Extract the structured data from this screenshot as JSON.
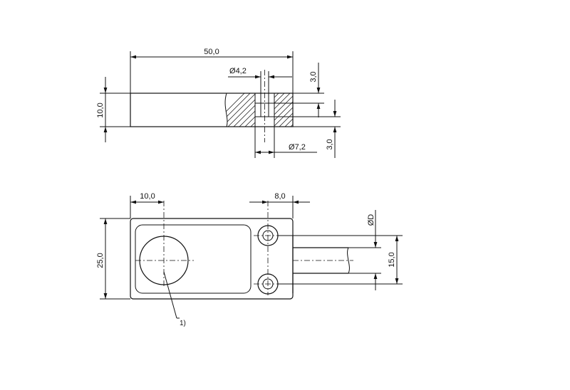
{
  "dimensions": {
    "top_length": "50,0",
    "hole_small": "4,2",
    "hole_large": "7,2",
    "height": "10,0",
    "depth_top": "3,0",
    "depth_bottom": "3,0",
    "front_offset": "10,0",
    "hole_spacing_x": "8,0",
    "width": "25,0",
    "hole_pitch": "15,0",
    "cable_diameter": "D"
  },
  "symbols": {
    "diameter": "Ø"
  },
  "annotations": {
    "callout_1": "1)"
  }
}
